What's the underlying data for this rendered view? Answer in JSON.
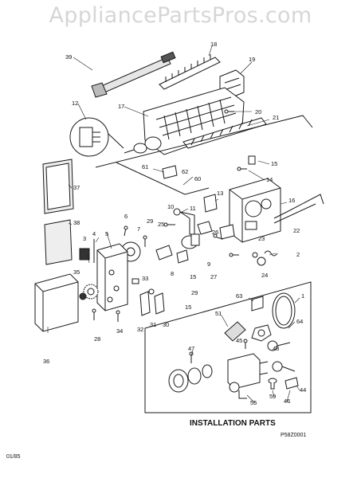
{
  "watermark": "AppliancePartsPros.com",
  "installation_caption": "INSTALLATION PARTS",
  "diagram_code": "P58Z0001",
  "date_code": "01/85",
  "callouts": [
    "39",
    "18",
    "19",
    "12",
    "17",
    "20",
    "21",
    "15",
    "61",
    "62",
    "60",
    "14",
    "13",
    "16",
    "37",
    "10",
    "11",
    "6",
    "29",
    "25",
    "26",
    "23",
    "22",
    "38",
    "3",
    "4",
    "5",
    "7",
    "9",
    "2",
    "35",
    "27",
    "8",
    "33",
    "24",
    "15",
    "29",
    "36",
    "28",
    "34",
    "32",
    "31",
    "30",
    "15",
    "63",
    "1",
    "51",
    "45",
    "48",
    "64",
    "47",
    "44",
    "55",
    "59",
    "46"
  ],
  "colors": {
    "line": "#1a1a1a",
    "fill": "#ffffff",
    "shade": "#cfcfcf",
    "watermark": "#d6d6d6"
  }
}
